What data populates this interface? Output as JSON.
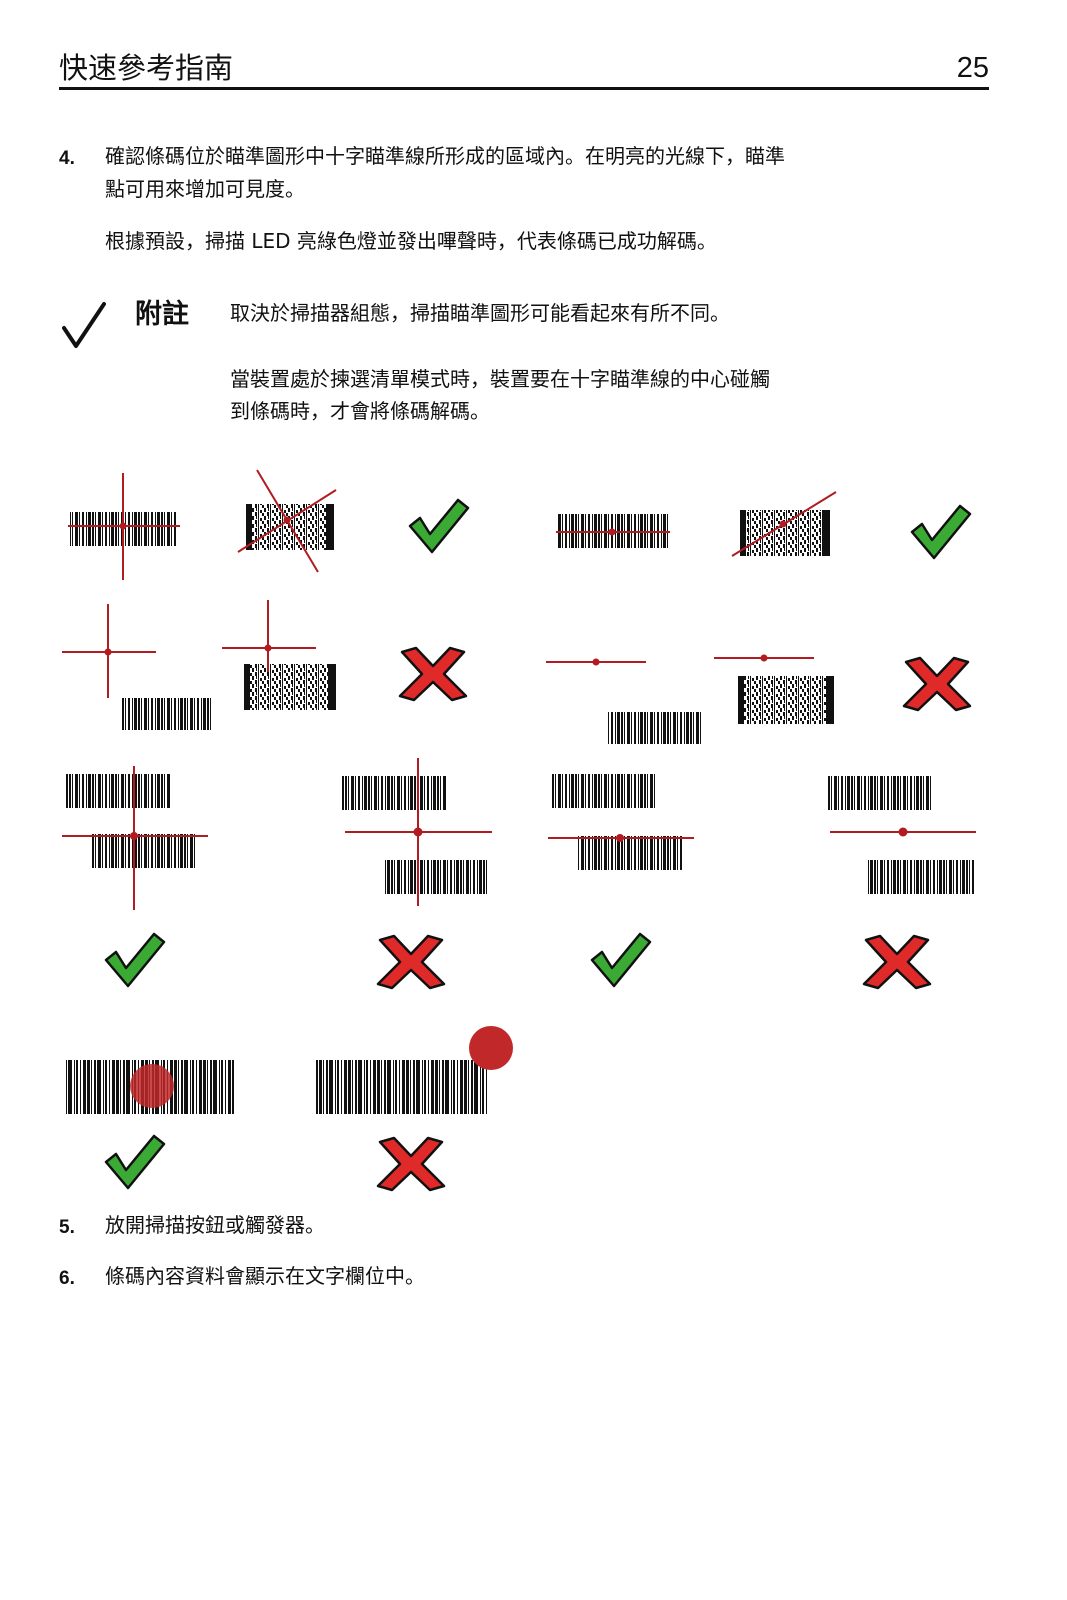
{
  "header": {
    "title": "快速參考指南",
    "page_number": "25"
  },
  "steps": [
    {
      "number": "4.",
      "text_line1": "確認條碼位於瞄準圖形中十字瞄準線所形成的區域內。在明亮的光線下，瞄準",
      "text_line2": "點可用來增加可見度。"
    },
    {
      "number": "5.",
      "text": "放開掃描按鈕或觸發器。"
    },
    {
      "number": "6.",
      "text": "條碼內容資料會顯示在文字欄位中。"
    }
  ],
  "default_text": "根據預設，掃描 LED 亮綠色燈並發出嗶聲時，代表條碼已成功解碼。",
  "note": {
    "label": "附註",
    "text1": "取決於掃描器組態，掃描瞄準圖形可能看起來有所不同。",
    "text2_line1": "當裝置處於揀選清單模式時，裝置要在十字瞄準線的中心碰觸",
    "text2_line2": "到條碼時，才會將條碼解碼。"
  },
  "colors": {
    "accent_red": "#b01c22",
    "check_green": "#3aaa35",
    "cross_red": "#e02a2a",
    "dot_red": "#c0282a"
  },
  "figure": {
    "results": [
      {
        "row": 1,
        "left_group": "check-icon",
        "right_group": "check-icon"
      },
      {
        "row": 2,
        "left_group": "cross-icon",
        "right_group": "cross-icon"
      },
      {
        "row": 3,
        "items": [
          "check-icon",
          "cross-icon",
          "check-icon",
          "cross-icon"
        ]
      },
      {
        "row": 4,
        "items": [
          "check-icon",
          "cross-icon"
        ]
      }
    ]
  }
}
